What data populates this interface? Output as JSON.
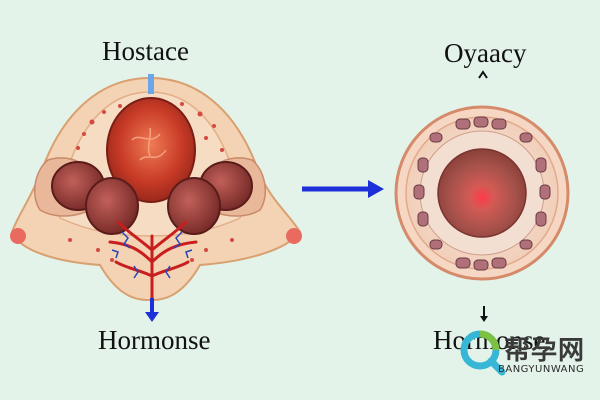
{
  "labels": {
    "top_left": "Hostace",
    "top_right": "Oyaacy",
    "bottom_left": "Hormonse",
    "bottom_right": "Hormonse"
  },
  "watermark": {
    "text_cn": "帮孕网",
    "text_en": "BANGYUNWANG"
  },
  "colors": {
    "background": "#e3f3ea",
    "tissue": "#f4d2b4",
    "organ": "#c23b2a",
    "arrow": "#1c2fd8"
  },
  "icons": [
    "connector-arrow-icon",
    "down-arrow-icon",
    "up-caret-icon",
    "watermark-logo-icon"
  ]
}
